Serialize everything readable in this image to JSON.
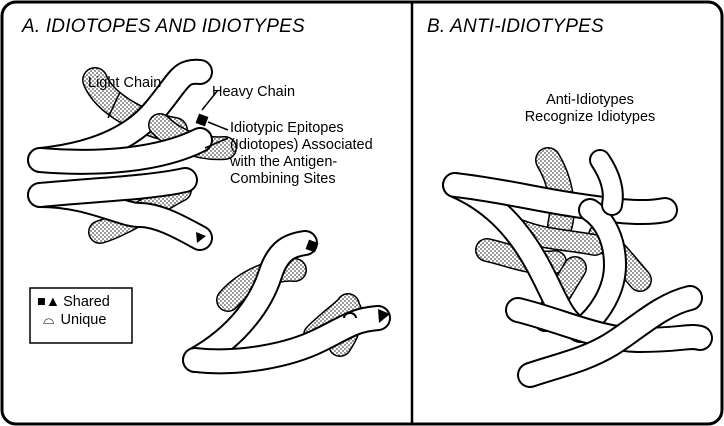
{
  "colors": {
    "ink": "#000000",
    "paper": "#ffffff",
    "stipple": "#c9c9c9"
  },
  "panel_a": {
    "title": "A. IDIOTOPES AND IDIOTYPES",
    "labels": {
      "light_chain": "Light Chain",
      "heavy_chain": "Heavy Chain",
      "epitopes_line1": "Idiotypic Epitopes",
      "epitopes_line2": "(Idiotopes) Associated",
      "epitopes_line3": "with the Antigen-",
      "epitopes_line4": "Combining Sites"
    },
    "legend": {
      "shared_icons": "■▲",
      "shared_label": "Shared",
      "unique_icon": "⌓",
      "unique_label": "Unique"
    }
  },
  "panel_b": {
    "title": "B. ANTI-IDIOTYPES",
    "caption_line1": "Anti-Idiotypes",
    "caption_line2": "Recognize Idiotypes"
  }
}
